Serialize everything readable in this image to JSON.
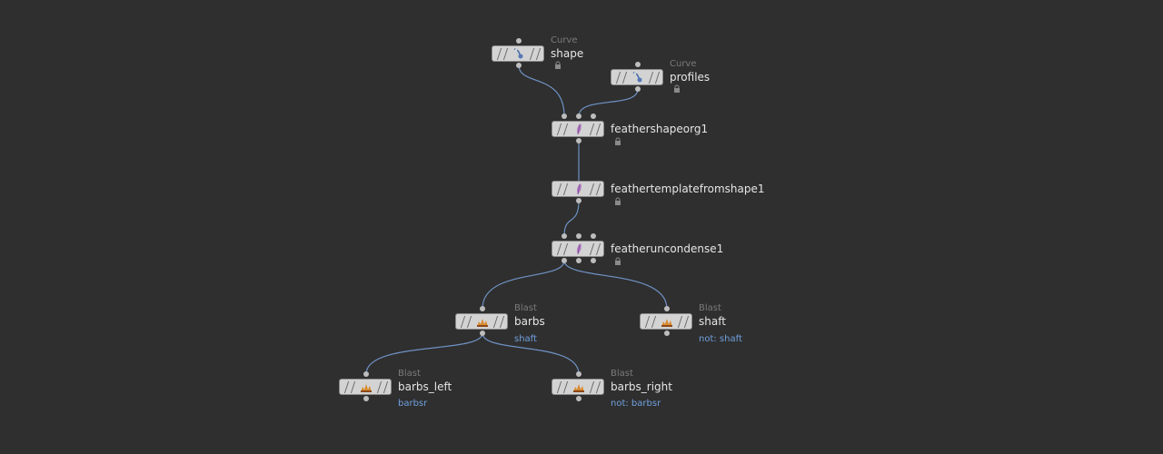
{
  "network": {
    "nodes": {
      "shape": {
        "type": "Curve",
        "name": "shape",
        "icon": "curve-icon"
      },
      "profiles": {
        "type": "Curve",
        "name": "profiles",
        "icon": "curve-icon"
      },
      "feathershapeorg1": {
        "name": "feathershapeorg1",
        "icon": "feather-icon"
      },
      "feathertemplatefromshape1": {
        "name": "feathertemplatefromshape1",
        "icon": "feather-icon"
      },
      "featheruncondense1": {
        "name": "featheruncondense1",
        "icon": "feather-icon"
      },
      "barbs": {
        "type": "Blast",
        "name": "barbs",
        "group": "shaft",
        "icon": "blast-icon"
      },
      "shaft": {
        "type": "Blast",
        "name": "shaft",
        "group": "not: shaft",
        "icon": "blast-icon"
      },
      "barbs_left": {
        "type": "Blast",
        "name": "barbs_left",
        "group": "barbsr",
        "icon": "blast-icon"
      },
      "barbs_right": {
        "type": "Blast",
        "name": "barbs_right",
        "group": "not: barbsr",
        "icon": "blast-icon"
      }
    }
  },
  "colors": {
    "background": "#2f2f2f",
    "wire": "#6f93c6",
    "node_fill": "#d3d3d3",
    "group_text": "#6fa0de",
    "type_text": "#7a7a7a",
    "name_text": "#e6e6e6",
    "feather_icon": "#b37cc4",
    "blast_icon": "#d9892c"
  }
}
